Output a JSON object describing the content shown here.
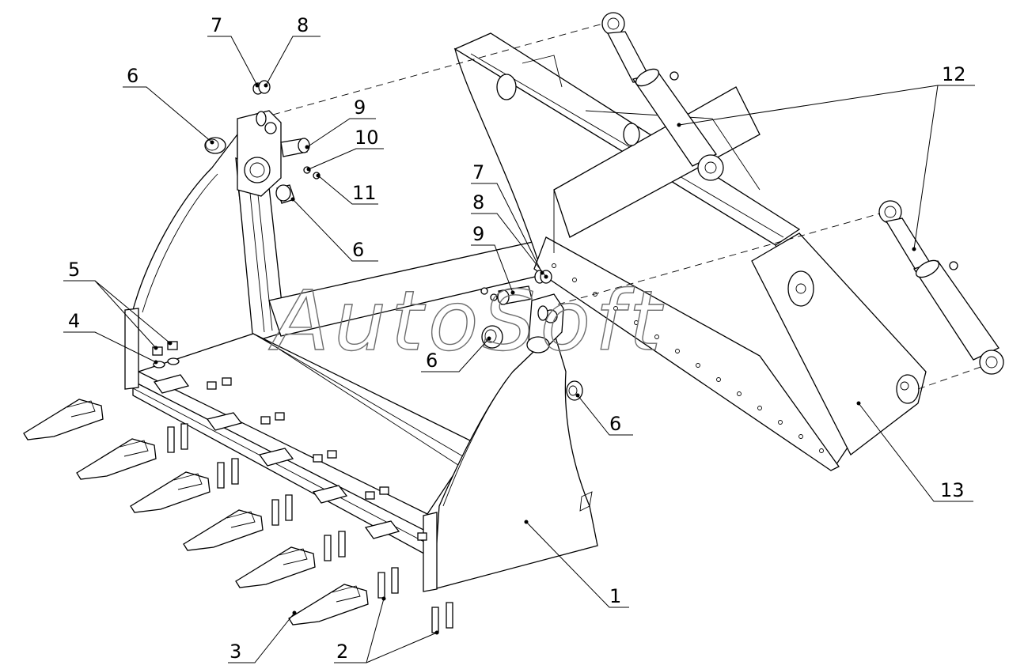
{
  "watermark": "AutoSoft",
  "callouts": [
    {
      "id": "c1",
      "label": "1"
    },
    {
      "id": "c2",
      "label": "2"
    },
    {
      "id": "c3",
      "label": "3"
    },
    {
      "id": "c4",
      "label": "4"
    },
    {
      "id": "c5",
      "label": "5"
    },
    {
      "id": "c6a",
      "label": "6"
    },
    {
      "id": "c6b",
      "label": "6"
    },
    {
      "id": "c6c",
      "label": "6"
    },
    {
      "id": "c6d",
      "label": "6"
    },
    {
      "id": "c7a",
      "label": "7"
    },
    {
      "id": "c7b",
      "label": "7"
    },
    {
      "id": "c8a",
      "label": "8"
    },
    {
      "id": "c8b",
      "label": "8"
    },
    {
      "id": "c9a",
      "label": "9"
    },
    {
      "id": "c9b",
      "label": "9"
    },
    {
      "id": "c10",
      "label": "10"
    },
    {
      "id": "c11",
      "label": "11"
    },
    {
      "id": "c12",
      "label": "12"
    },
    {
      "id": "c13",
      "label": "13"
    }
  ]
}
